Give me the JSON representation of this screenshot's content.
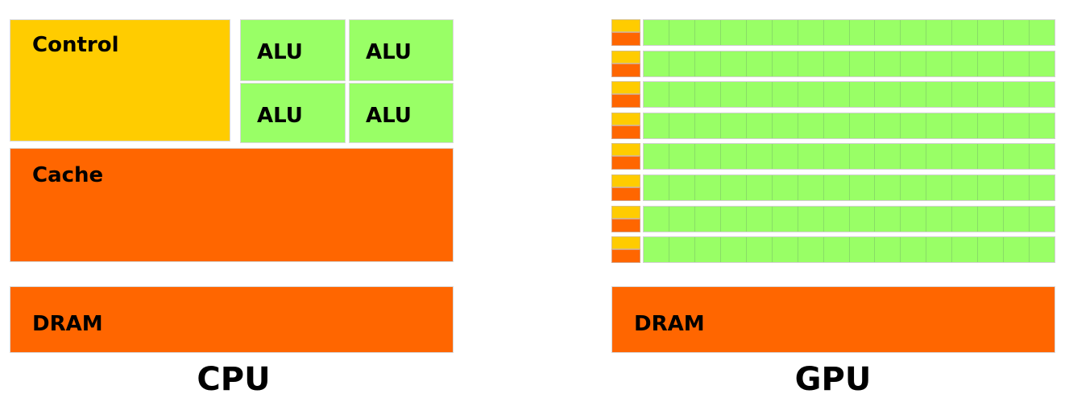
{
  "colors": {
    "control": "#ffcc00",
    "cache_dram": "#ff6600",
    "alu": "#99ff66"
  },
  "cpu": {
    "title": "CPU",
    "control_label": "Control",
    "alus": [
      "ALU",
      "ALU",
      "ALU",
      "ALU"
    ],
    "cache_label": "Cache",
    "dram_label": "DRAM"
  },
  "gpu": {
    "title": "GPU",
    "rows": 8,
    "alus_per_row": 16,
    "dram_label": "DRAM"
  }
}
